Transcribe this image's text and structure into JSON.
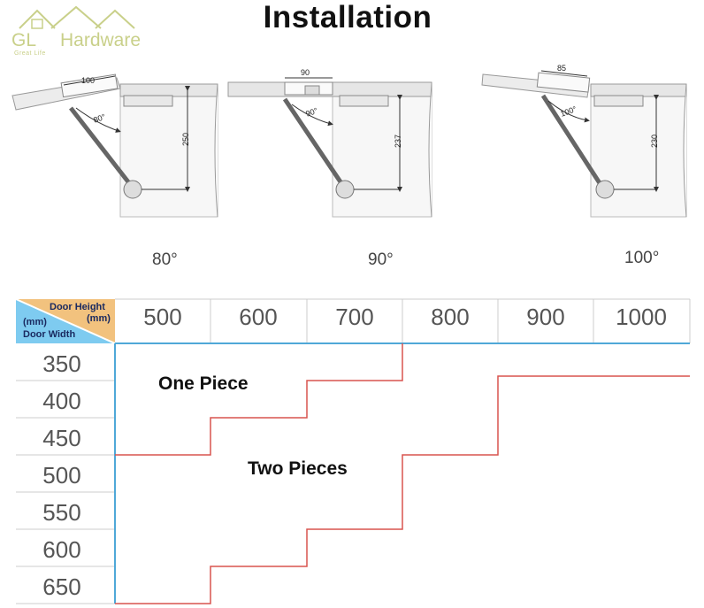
{
  "logo": {
    "brand_left": "GL",
    "brand_right": "Hardware",
    "tagline": "Great Life"
  },
  "title": "Installation",
  "diagrams": [
    {
      "dimension_top": "100",
      "angle_label": "80°",
      "dimension_side": "250",
      "caption": "80°"
    },
    {
      "dimension_top": "90",
      "angle_label": "90°",
      "dimension_side": "237",
      "caption": "90°"
    },
    {
      "dimension_top": "85",
      "angle_label": "100°",
      "dimension_side": "230",
      "caption": "100°"
    }
  ],
  "table": {
    "corner": {
      "door_height": "Door Height",
      "unit_right": "(mm)",
      "unit_left": "(mm)",
      "door_width": "Door Width"
    },
    "door_heights": [
      "500",
      "600",
      "700",
      "800",
      "900",
      "1000"
    ],
    "door_widths": [
      "350",
      "400",
      "450",
      "500",
      "550",
      "600",
      "650"
    ],
    "regions": {
      "one_piece": "One Piece",
      "two_pieces": "Two Pieces"
    },
    "colors": {
      "corner_top": "#f2c27e",
      "corner_bottom": "#7ecbf0",
      "axis": "#4fa8d8",
      "boundary": "#d9534f",
      "grid": "#cccccc"
    }
  }
}
